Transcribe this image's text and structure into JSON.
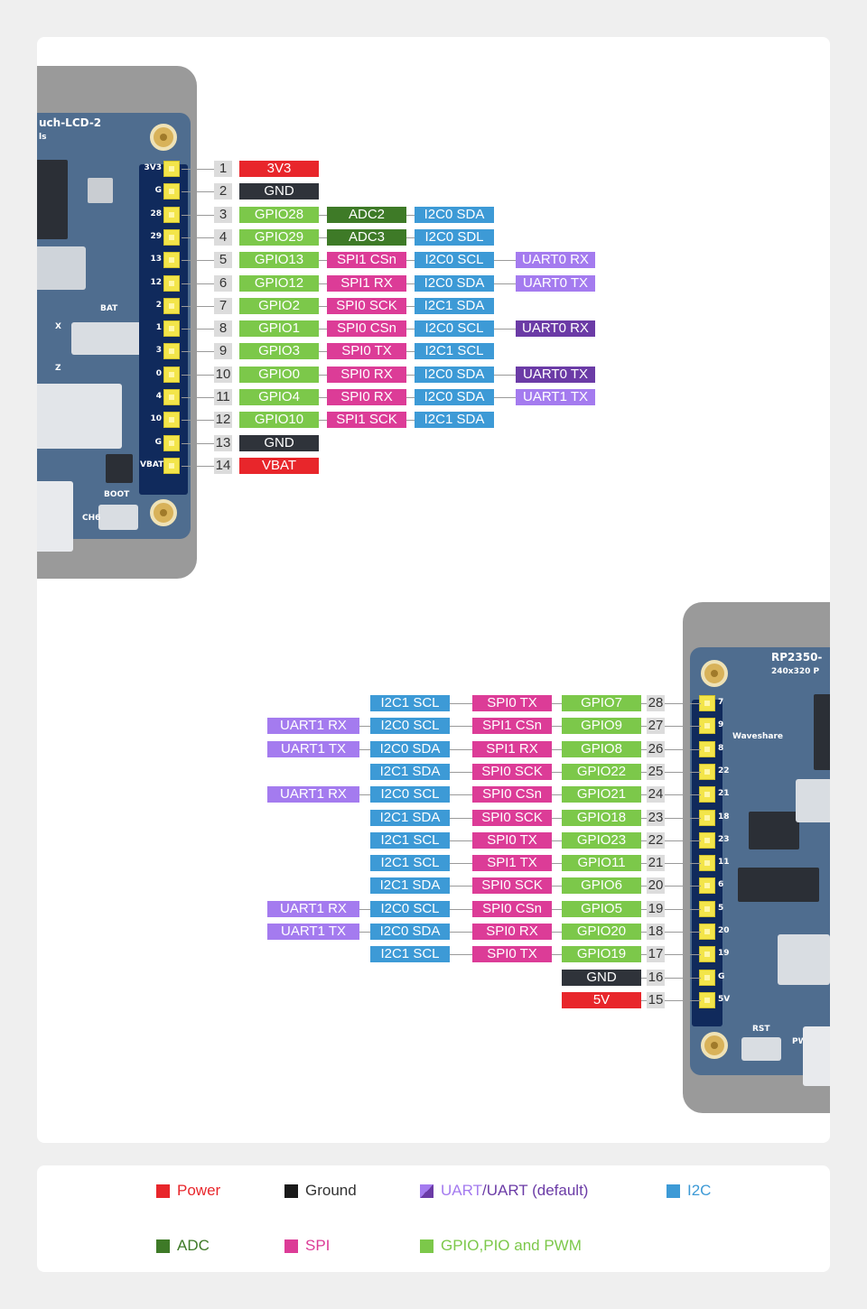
{
  "colors": {
    "power": "#e8262b",
    "ground": "#2f333a",
    "gpio": "#7cc84a",
    "adc": "#3e7a27",
    "i2c": "#3d9ad6",
    "spi": "#dc3c97",
    "uart": "#a47bef",
    "uart_default": "#6b3ba6",
    "pin_number_bg": "#dcdcdc"
  },
  "board_silkscreen": {
    "top": {
      "title_line1": "uch-LCD-2",
      "title_line2": "ls",
      "bat": "BAT",
      "x": "X",
      "z": "Z",
      "boot": "BOOT",
      "ch": "CH6",
      "pin_labels": [
        "3V3",
        "G",
        "28",
        "29",
        "13",
        "12",
        "2",
        "1",
        "3",
        "0",
        "4",
        "10",
        "G",
        "VBAT"
      ]
    },
    "bottom": {
      "title_line1": "RP2350-",
      "title_line2": "240x320 P",
      "logo": "Waveshare",
      "rst": "RST",
      "pwr": "PWR",
      "pin_labels": [
        "7",
        "9",
        "8",
        "22",
        "21",
        "18",
        "23",
        "11",
        "6",
        "5",
        "20",
        "19",
        "G",
        "5V"
      ]
    }
  },
  "header_top": [
    {
      "num": "1",
      "labels": [
        {
          "text": "3V3",
          "type": "power"
        }
      ]
    },
    {
      "num": "2",
      "labels": [
        {
          "text": "GND",
          "type": "ground"
        }
      ]
    },
    {
      "num": "3",
      "labels": [
        {
          "text": "GPIO28",
          "type": "gpio"
        },
        {
          "text": "ADC2",
          "type": "adc"
        },
        {
          "text": "I2C0 SDA",
          "type": "i2c"
        }
      ]
    },
    {
      "num": "4",
      "labels": [
        {
          "text": "GPIO29",
          "type": "gpio"
        },
        {
          "text": "ADC3",
          "type": "adc"
        },
        {
          "text": "I2C0 SDL",
          "type": "i2c"
        }
      ]
    },
    {
      "num": "5",
      "labels": [
        {
          "text": "GPIO13",
          "type": "gpio"
        },
        {
          "text": "SPI1 CSn",
          "type": "spi"
        },
        {
          "text": "I2C0 SCL",
          "type": "i2c"
        },
        {
          "text": "UART0 RX",
          "type": "uart"
        }
      ]
    },
    {
      "num": "6",
      "labels": [
        {
          "text": "GPIO12",
          "type": "gpio"
        },
        {
          "text": "SPI1 RX",
          "type": "spi"
        },
        {
          "text": "I2C0 SDA",
          "type": "i2c"
        },
        {
          "text": "UART0 TX",
          "type": "uart"
        }
      ]
    },
    {
      "num": "7",
      "labels": [
        {
          "text": "GPIO2",
          "type": "gpio"
        },
        {
          "text": "SPI0 SCK",
          "type": "spi"
        },
        {
          "text": "I2C1 SDA",
          "type": "i2c"
        }
      ]
    },
    {
      "num": "8",
      "labels": [
        {
          "text": "GPIO1",
          "type": "gpio"
        },
        {
          "text": "SPI0 CSn",
          "type": "spi"
        },
        {
          "text": "I2C0 SCL",
          "type": "i2c"
        },
        {
          "text": "UART0 RX",
          "type": "uart_default"
        }
      ]
    },
    {
      "num": "9",
      "labels": [
        {
          "text": "GPIO3",
          "type": "gpio"
        },
        {
          "text": "SPI0 TX",
          "type": "spi"
        },
        {
          "text": "I2C1 SCL",
          "type": "i2c"
        }
      ]
    },
    {
      "num": "10",
      "labels": [
        {
          "text": "GPIO0",
          "type": "gpio"
        },
        {
          "text": "SPI0 RX",
          "type": "spi"
        },
        {
          "text": "I2C0 SDA",
          "type": "i2c"
        },
        {
          "text": "UART0 TX",
          "type": "uart_default"
        }
      ]
    },
    {
      "num": "11",
      "labels": [
        {
          "text": "GPIO4",
          "type": "gpio"
        },
        {
          "text": "SPI0 RX",
          "type": "spi"
        },
        {
          "text": "I2C0 SDA",
          "type": "i2c"
        },
        {
          "text": "UART1 TX",
          "type": "uart"
        }
      ]
    },
    {
      "num": "12",
      "labels": [
        {
          "text": "GPIO10",
          "type": "gpio"
        },
        {
          "text": "SPI1 SCK",
          "type": "spi"
        },
        {
          "text": "I2C1 SDA",
          "type": "i2c"
        }
      ]
    },
    {
      "num": "13",
      "labels": [
        {
          "text": "GND",
          "type": "ground"
        }
      ]
    },
    {
      "num": "14",
      "labels": [
        {
          "text": "VBAT",
          "type": "power"
        }
      ]
    }
  ],
  "header_bottom": [
    {
      "num": "28",
      "labels": [
        {
          "text": "GPIO7",
          "type": "gpio"
        },
        {
          "text": "SPI0 TX",
          "type": "spi"
        },
        {
          "text": "I2C1 SCL",
          "type": "i2c"
        }
      ]
    },
    {
      "num": "27",
      "labels": [
        {
          "text": "GPIO9",
          "type": "gpio"
        },
        {
          "text": "SPI1 CSn",
          "type": "spi"
        },
        {
          "text": "I2C0 SCL",
          "type": "i2c"
        },
        {
          "text": "UART1 RX",
          "type": "uart"
        }
      ]
    },
    {
      "num": "26",
      "labels": [
        {
          "text": "GPIO8",
          "type": "gpio"
        },
        {
          "text": "SPI1 RX",
          "type": "spi"
        },
        {
          "text": "I2C0 SDA",
          "type": "i2c"
        },
        {
          "text": "UART1 TX",
          "type": "uart"
        }
      ]
    },
    {
      "num": "25",
      "labels": [
        {
          "text": "GPIO22",
          "type": "gpio"
        },
        {
          "text": "SPI0 SCK",
          "type": "spi"
        },
        {
          "text": "I2C1 SDA",
          "type": "i2c"
        }
      ]
    },
    {
      "num": "24",
      "labels": [
        {
          "text": "GPIO21",
          "type": "gpio"
        },
        {
          "text": "SPI0 CSn",
          "type": "spi"
        },
        {
          "text": "I2C0 SCL",
          "type": "i2c"
        },
        {
          "text": "UART1 RX",
          "type": "uart"
        }
      ]
    },
    {
      "num": "23",
      "labels": [
        {
          "text": "GPIO18",
          "type": "gpio"
        },
        {
          "text": "SPI0 SCK",
          "type": "spi"
        },
        {
          "text": "I2C1 SDA",
          "type": "i2c"
        }
      ]
    },
    {
      "num": "22",
      "labels": [
        {
          "text": "GPIO23",
          "type": "gpio"
        },
        {
          "text": "SPI0 TX",
          "type": "spi"
        },
        {
          "text": "I2C1 SCL",
          "type": "i2c"
        }
      ]
    },
    {
      "num": "21",
      "labels": [
        {
          "text": "GPIO11",
          "type": "gpio"
        },
        {
          "text": "SPI1 TX",
          "type": "spi"
        },
        {
          "text": "I2C1 SCL",
          "type": "i2c"
        }
      ]
    },
    {
      "num": "20",
      "labels": [
        {
          "text": "GPIO6",
          "type": "gpio"
        },
        {
          "text": "SPI0 SCK",
          "type": "spi"
        },
        {
          "text": "I2C1 SDA",
          "type": "i2c"
        }
      ]
    },
    {
      "num": "19",
      "labels": [
        {
          "text": "GPIO5",
          "type": "gpio"
        },
        {
          "text": "SPI0 CSn",
          "type": "spi"
        },
        {
          "text": "I2C0 SCL",
          "type": "i2c"
        },
        {
          "text": "UART1 RX",
          "type": "uart"
        }
      ]
    },
    {
      "num": "18",
      "labels": [
        {
          "text": "GPIO20",
          "type": "gpio"
        },
        {
          "text": "SPI0 RX",
          "type": "spi"
        },
        {
          "text": "I2C0 SDA",
          "type": "i2c"
        },
        {
          "text": "UART1 TX",
          "type": "uart"
        }
      ]
    },
    {
      "num": "17",
      "labels": [
        {
          "text": "GPIO19",
          "type": "gpio"
        },
        {
          "text": "SPI0 TX",
          "type": "spi"
        },
        {
          "text": "I2C1 SCL",
          "type": "i2c"
        }
      ]
    },
    {
      "num": "16",
      "labels": [
        {
          "text": "GND",
          "type": "ground"
        }
      ]
    },
    {
      "num": "15",
      "labels": [
        {
          "text": "5V",
          "type": "power"
        }
      ]
    }
  ],
  "legend": {
    "power": "Power",
    "ground": "Ground",
    "uart": "UART",
    "uart_separator": "/",
    "uart_default": "UART (default)",
    "i2c": "I2C",
    "adc": "ADC",
    "spi": "SPI",
    "gpio": "GPIO,PIO and PWM"
  }
}
